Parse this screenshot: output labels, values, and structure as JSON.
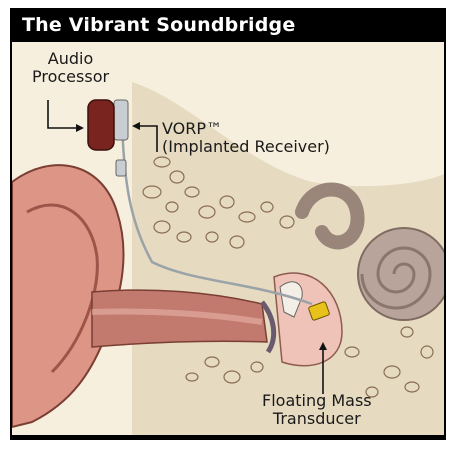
{
  "title": "The Vibrant Soundbridge",
  "labels": {
    "audio_processor_line1": "Audio",
    "audio_processor_line2": "Processor",
    "vorp_line1": "VORP™",
    "vorp_line2": "(Implanted Receiver)",
    "fmt_line1": "Floating Mass",
    "fmt_line2": "Transducer"
  },
  "colors": {
    "title_bg": "#000000",
    "bone": "#e9dfc4",
    "skin": "#d98e7f",
    "canal": "#b86e64",
    "cochlea": "#b8a49a",
    "processor": "#7a2420",
    "transducer": "#e8c21a"
  }
}
